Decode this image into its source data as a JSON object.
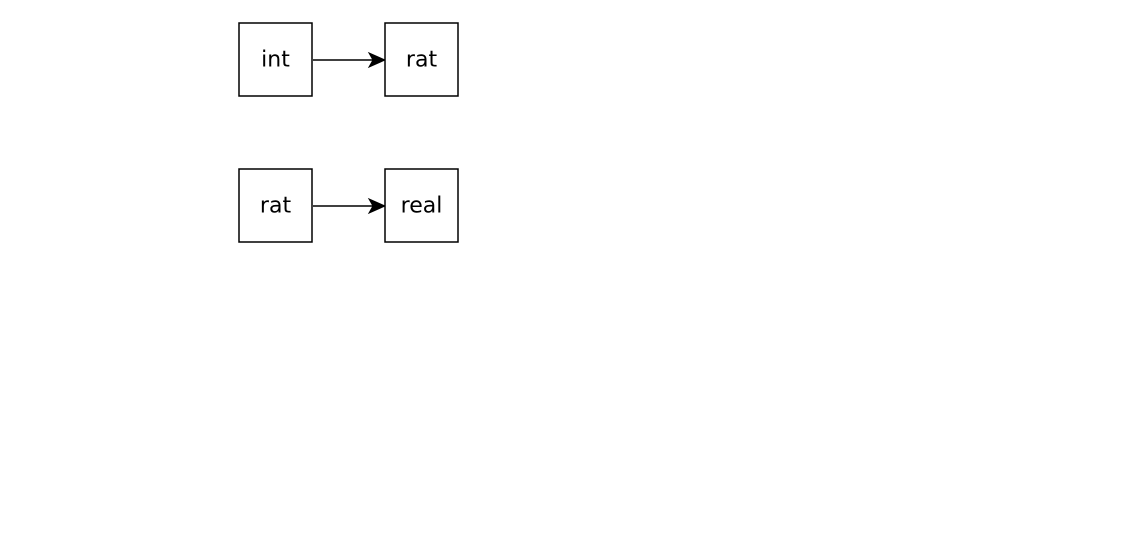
{
  "diagram": {
    "nodes": [
      {
        "id": "n1",
        "label": "int"
      },
      {
        "id": "n2",
        "label": "rat"
      },
      {
        "id": "n3",
        "label": "rat"
      },
      {
        "id": "n4",
        "label": "real"
      }
    ],
    "edges": [
      {
        "from": "n1",
        "to": "n2"
      },
      {
        "from": "n3",
        "to": "n4"
      }
    ]
  }
}
